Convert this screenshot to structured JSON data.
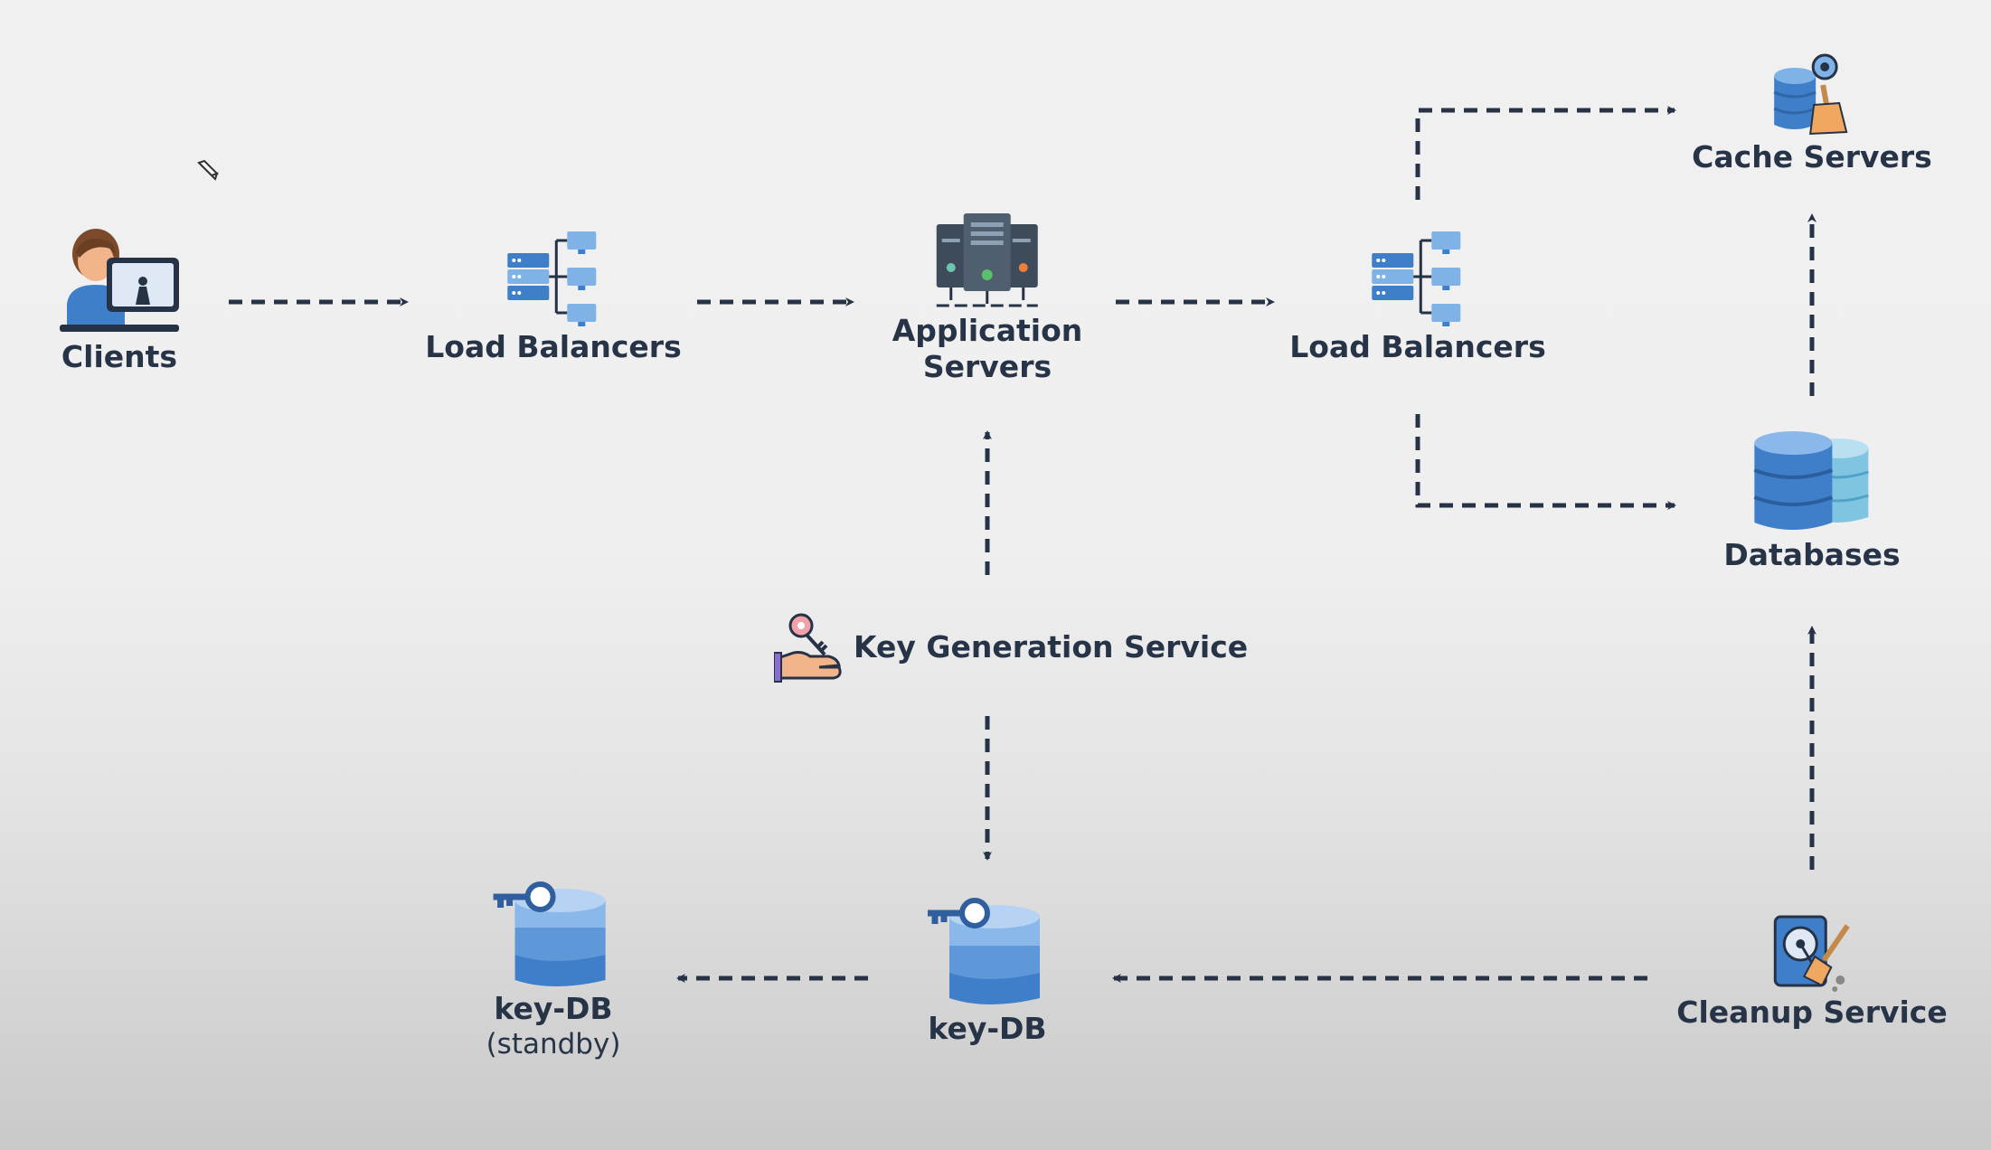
{
  "nodes": {
    "clients": {
      "label": "Clients"
    },
    "lb_left": {
      "label": "Load Balancers"
    },
    "app_servers": {
      "line1": "Application",
      "line2": "Servers"
    },
    "lb_right": {
      "label": "Load Balancers"
    },
    "cache_servers": {
      "label": "Cache Servers"
    },
    "databases": {
      "label": "Databases"
    },
    "key_gen": {
      "label": "Key Generation Service"
    },
    "key_db": {
      "label": "key-DB"
    },
    "key_db_standby": {
      "label": "key-DB",
      "sublabel": "(standby)"
    },
    "cleanup": {
      "label": "Cleanup Service"
    }
  },
  "edges": [
    {
      "from": "Clients",
      "to": "Load Balancers"
    },
    {
      "from": "Load Balancers",
      "to": "Application Servers"
    },
    {
      "from": "Application Servers",
      "to": "Load Balancers"
    },
    {
      "from": "Load Balancers",
      "to": "Cache Servers"
    },
    {
      "from": "Load Balancers",
      "to": "Databases"
    },
    {
      "from": "Databases",
      "to": "Cache Servers"
    },
    {
      "from": "Key Generation Service",
      "to": "Application Servers"
    },
    {
      "from": "Key Generation Service",
      "to": "key-DB"
    },
    {
      "from": "key-DB",
      "to": "key-DB (standby)"
    },
    {
      "from": "Cleanup Service",
      "to": "key-DB"
    },
    {
      "from": "Cleanup Service",
      "to": "Databases"
    }
  ],
  "colors": {
    "arrow": "#263347",
    "blue": "#3f7ec9",
    "light_blue": "#7fb3e8",
    "dark_server": "#3d4b5a",
    "text": "#273447"
  }
}
